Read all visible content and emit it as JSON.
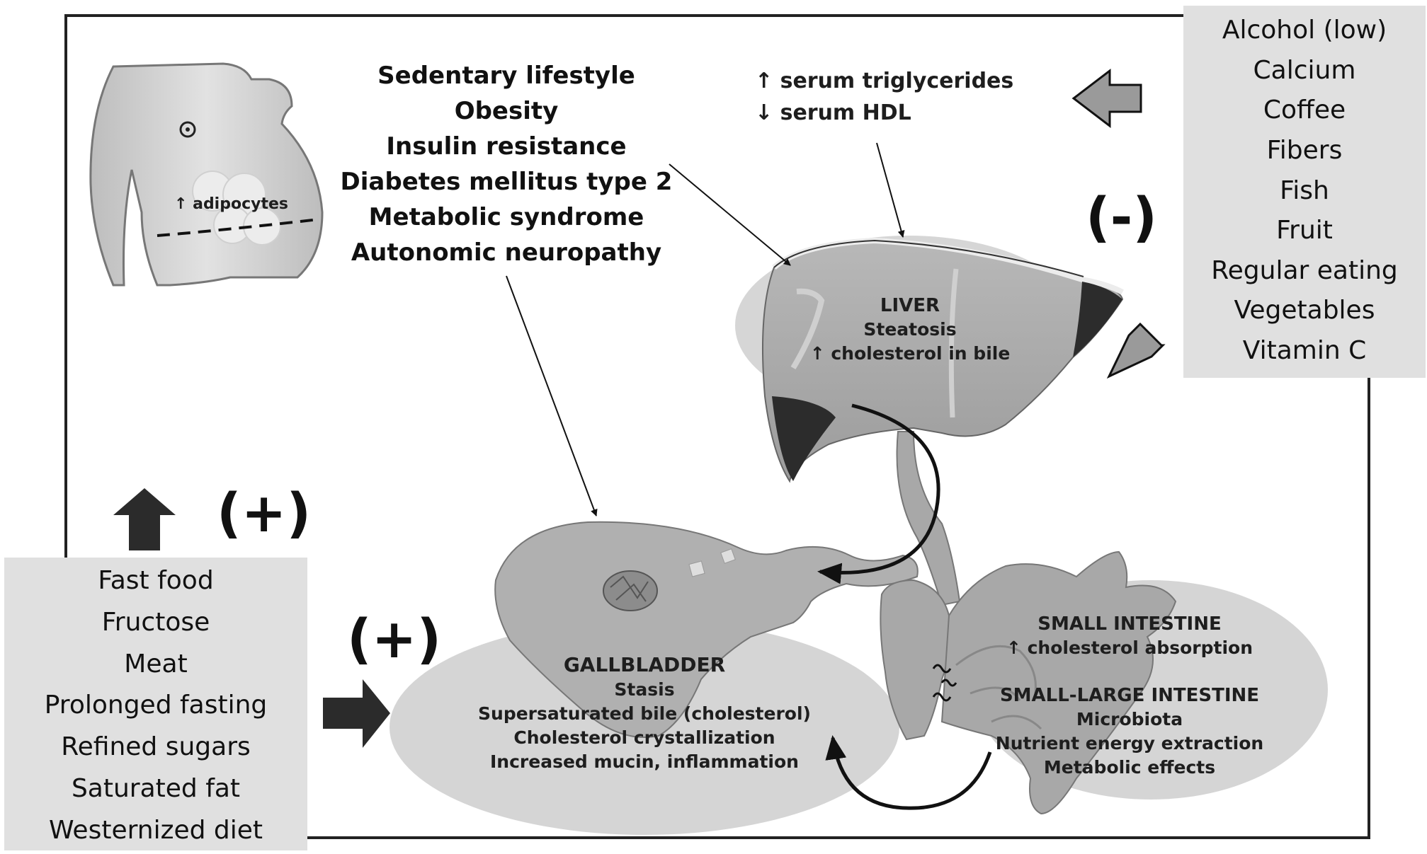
{
  "protective_factors": [
    "Alcohol (low)",
    "Calcium",
    "Coffee",
    "Fibers",
    "Fish",
    "Fruit",
    "Regular eating",
    "Vegetables",
    "Vitamin C"
  ],
  "diet_risk_factors": [
    "Fast food",
    "Fructose",
    "Meat",
    "Prolonged fasting",
    "Refined sugars",
    "Saturated fat",
    "Westernized diet"
  ],
  "lifestyle_risk_factors": [
    "Sedentary lifestyle",
    "Obesity",
    "Insulin resistance",
    "Diabetes mellitus type 2",
    "Metabolic syndrome",
    "Autonomic neuropathy"
  ],
  "serum": {
    "triglycerides": "↑ serum triglycerides",
    "hdl": "↓ serum HDL"
  },
  "abdomen": {
    "adipocytes": "↑ adipocytes"
  },
  "signs": {
    "negative": "(-)",
    "positive": "(+)"
  },
  "liver": {
    "title": "LIVER",
    "lines": [
      "Steatosis",
      "↑ cholesterol in bile"
    ]
  },
  "gallbladder": {
    "title": "GALLBLADDER",
    "lines": [
      "Stasis",
      "Supersaturated bile (cholesterol)",
      "Cholesterol crystallization",
      "Increased mucin, inflammation"
    ]
  },
  "small_intestine": {
    "title": "SMALL INTESTINE",
    "lines": [
      "↑ cholesterol absorption"
    ]
  },
  "small_large_intestine": {
    "title": "SMALL-LARGE INTESTINE",
    "lines": [
      "Microbiota",
      "Nutrient energy extraction",
      "Metabolic effects"
    ]
  },
  "colors": {
    "box_fill": "#e0e0e0",
    "halo_fill": "#d0d0d0",
    "organ_fill": "#a8a8a8",
    "dark_arrow": "#2b2b2b",
    "frame": "#222222"
  }
}
